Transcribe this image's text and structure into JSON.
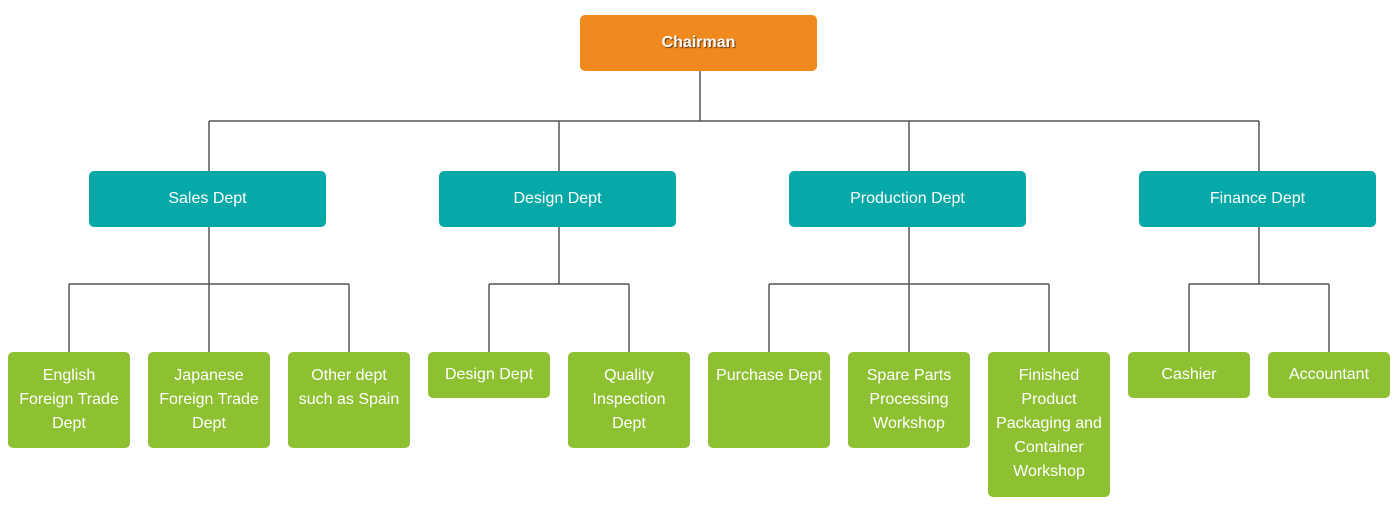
{
  "colors": {
    "root": "#F0891E",
    "department": "#06A9A7",
    "unit": "#8DC131",
    "connector": "#555555"
  },
  "chart": {
    "root": "Chairman",
    "departments": [
      {
        "name": "Sales Dept",
        "units": [
          "English Foreign Trade Dept",
          "Japanese Foreign Trade Dept",
          "Other dept such as Spain"
        ]
      },
      {
        "name": "Design Dept",
        "units": [
          "Design Dept",
          "Quality Inspection Dept"
        ]
      },
      {
        "name": "Production Dept",
        "units": [
          "Purchase Dept",
          "Spare Parts Processing Workshop",
          "Finished Product Packaging and Container Workshop"
        ]
      },
      {
        "name": "Finance Dept",
        "units": [
          "Cashier",
          "Accountant"
        ]
      }
    ]
  }
}
